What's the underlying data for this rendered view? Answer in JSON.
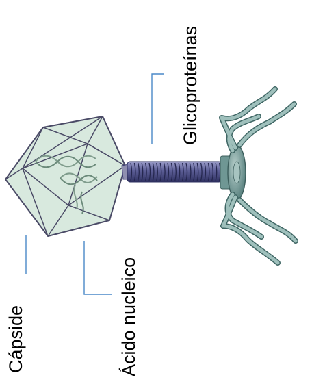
{
  "labels": {
    "capsid": "Cápside",
    "nucleic_acid": "Ácido nucleico",
    "glycoproteins": "Glicoproteínas"
  },
  "colors": {
    "leader_line": "#4a89c8",
    "capsid_fill": "#d8e9de",
    "capsid_edge": "#4a4a66",
    "dna_strand": "#7f9c8c",
    "tail_sheath": "#3c3e72",
    "tail_highlight": "#9a9cc8",
    "base_plate": "#5f8a88",
    "tail_fibers": "#7fa6a2"
  }
}
